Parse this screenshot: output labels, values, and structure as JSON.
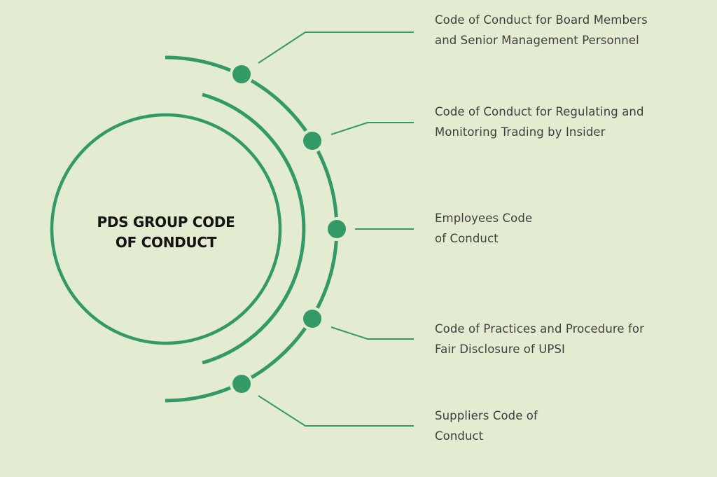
{
  "title_lines": [
    "PDS GROUP CODE",
    "OF CONDUCT"
  ],
  "items": [
    {
      "lines": [
        "Code of Conduct for Board Members",
        "and Senior Management Personnel"
      ]
    },
    {
      "lines": [
        "Code of Conduct for Regulating and",
        "Monitoring Trading by Insider"
      ]
    },
    {
      "lines": [
        "Employees Code",
        "of Conduct"
      ]
    },
    {
      "lines": [
        "Code of Practices and Procedure for",
        "Fair Disclosure of UPSI"
      ]
    },
    {
      "lines": [
        "Suppliers Code of",
        "Conduct"
      ]
    }
  ],
  "colors": {
    "background": "#e3ecd0",
    "accent": "#339966",
    "text": "#3f3f3f",
    "title": "#141414"
  }
}
